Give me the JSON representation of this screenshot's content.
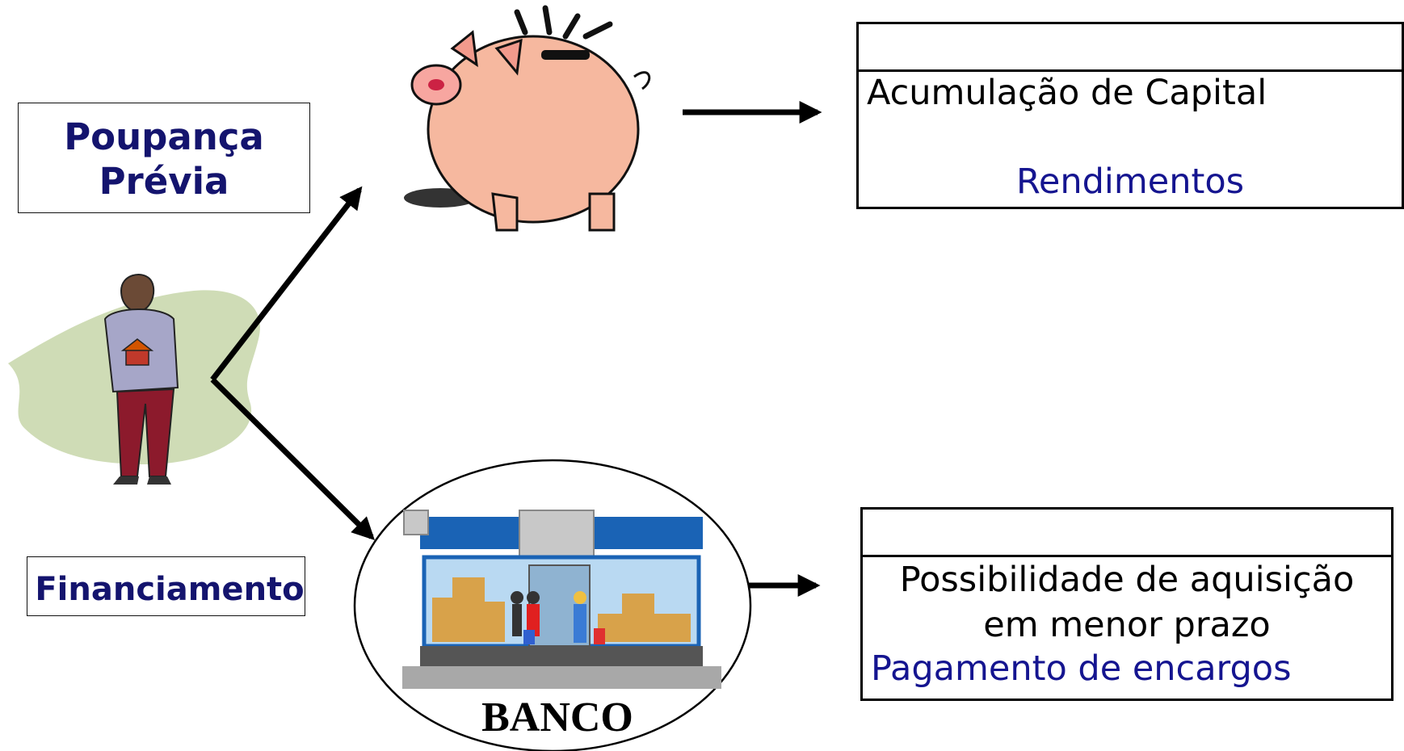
{
  "left_labels": {
    "poupanca": [
      "Poupança",
      "Prévia"
    ],
    "financiamento": "Financiamento"
  },
  "bank": {
    "label": "BANCO"
  },
  "outcomes": {
    "savings": {
      "line1": "Acumulação de Capital",
      "line2": "Rendimentos"
    },
    "financing": {
      "line1": "Possibilidade de aquisição",
      "line2": "em menor prazo",
      "line3": "Pagamento de encargos"
    }
  },
  "colors": {
    "label_text": "#14146e",
    "blue_text": "#151590",
    "arrow": "#000000"
  }
}
